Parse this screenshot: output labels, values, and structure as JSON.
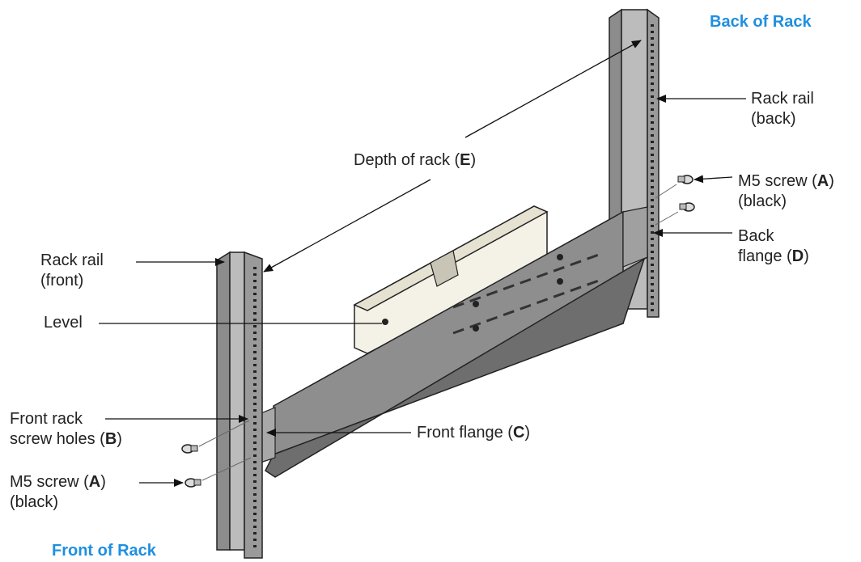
{
  "colors": {
    "accent_blue": "#1f8fe0",
    "rail_fill": "#b9b9b9",
    "bracket_fill": "#8f8f8f",
    "ink": "#222222"
  },
  "headings": {
    "back": "Back of Rack",
    "front": "Front of Rack"
  },
  "labels": {
    "rack_rail_back": {
      "line1": "Rack rail",
      "line2": "(back)"
    },
    "depth": {
      "text": "Depth of rack (",
      "letter": "E",
      "close": ")"
    },
    "m5_back": {
      "text": "M5 screw (",
      "letter": "A",
      "close": ")",
      "line2": "(black)"
    },
    "back_flange": {
      "line1": "Back",
      "text": "flange (",
      "letter": "D",
      "close": ")"
    },
    "rack_rail_front": {
      "line1": "Rack rail",
      "line2": "(front)"
    },
    "level": {
      "text": "Level"
    },
    "front_holes": {
      "line1": "Front rack",
      "text": "screw holes (",
      "letter": "B",
      "close": ")"
    },
    "front_flange": {
      "text": "Front flange (",
      "letter": "C",
      "close": ")"
    },
    "m5_front": {
      "text": "M5 screw (",
      "letter": "A",
      "close": ")",
      "line2": "(black)"
    }
  }
}
